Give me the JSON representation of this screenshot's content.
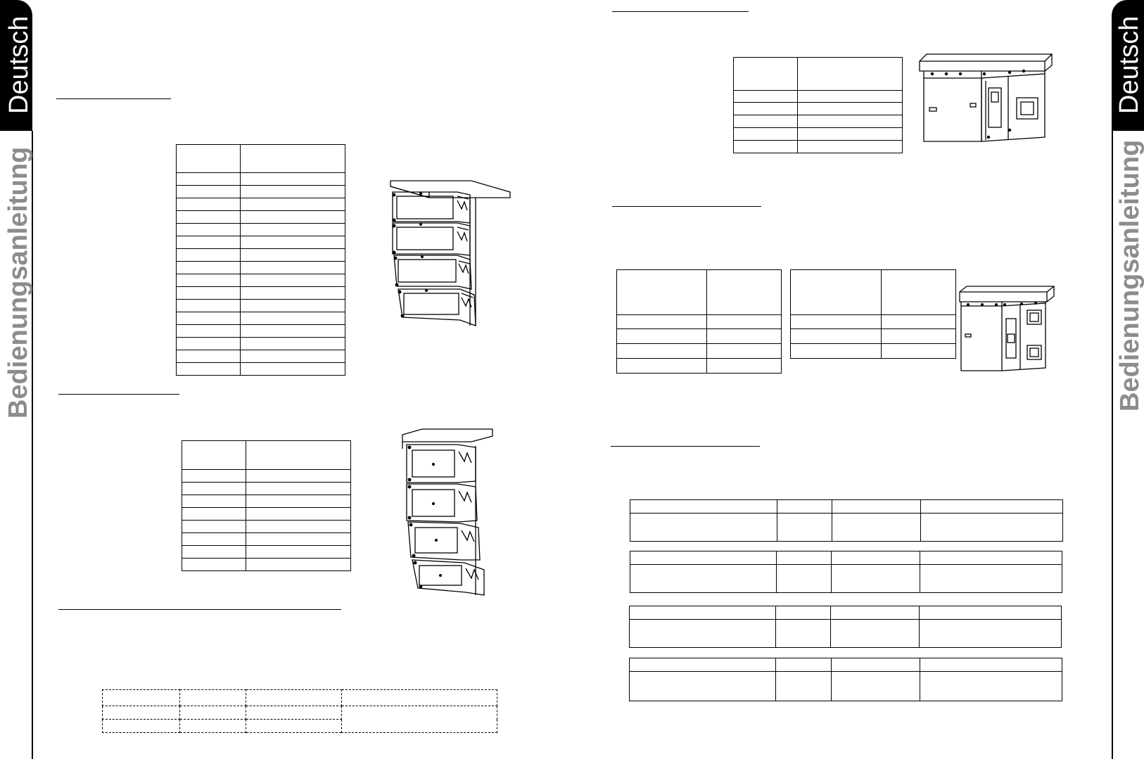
{
  "left_page": {
    "tab_label": "Deutsch",
    "side_label": "Bedienungsanleitung"
  },
  "right_page": {
    "tab_label": "Deutsch",
    "side_label": "Bedienungsanleitung"
  },
  "illustrations": [
    {
      "name": "line-array-4-box-fly-frame",
      "subject": "speaker array"
    },
    {
      "name": "line-array-4-box-curved",
      "subject": "speaker array"
    },
    {
      "name": "subwoofer-fly-frame",
      "subject": "subwoofer"
    },
    {
      "name": "subwoofer-fly-frame-small",
      "subject": "subwoofer"
    }
  ],
  "colors": {
    "ink": "#000000",
    "side_label_gray": "#8c8c8c",
    "paper": "#ffffff"
  }
}
